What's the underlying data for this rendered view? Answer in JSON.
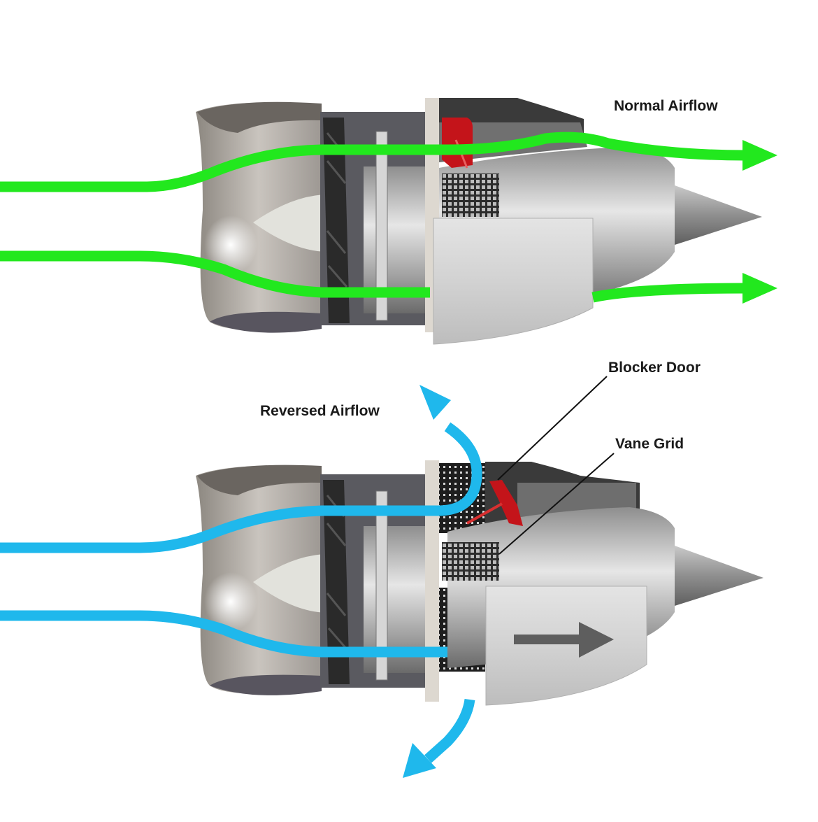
{
  "title": "Thrust Reverser Operation",
  "panels": {
    "normal": {
      "label": "Normal Airflow",
      "flow_color": "#22e81e"
    },
    "reversed": {
      "label": "Reversed Airflow",
      "flow_color": "#1fb8ec",
      "callouts": [
        {
          "label": "Blocker Door"
        },
        {
          "label": "Vane Grid"
        }
      ]
    }
  },
  "colors": {
    "nacelle": "#b5b5b5",
    "nacelle_dark": "#6e6e6e",
    "blocker_door": "#c4141a",
    "background": "#ffffff"
  }
}
